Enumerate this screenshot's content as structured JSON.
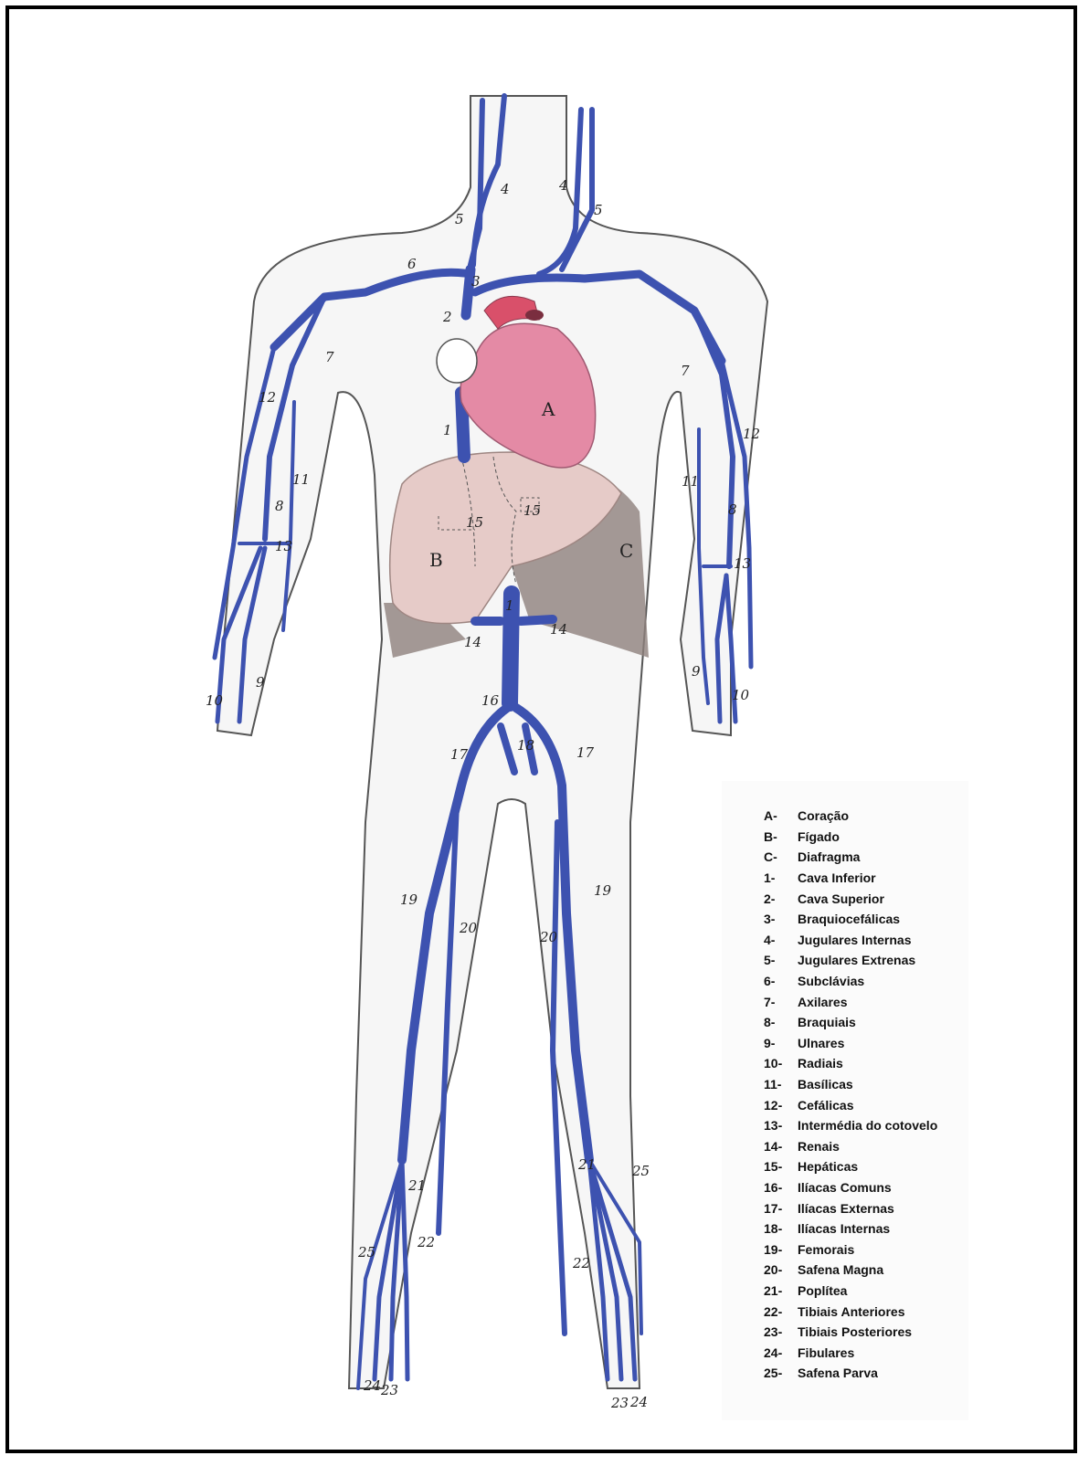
{
  "diagram": {
    "callouts": {
      "A": "A",
      "B": "B",
      "C": "C",
      "n1": "1",
      "n2": "2",
      "n3": "3",
      "n4": "4",
      "n5": "5",
      "n6": "6",
      "n7": "7",
      "n8": "8",
      "n9": "9",
      "n10": "10",
      "n11": "11",
      "n12": "12",
      "n13": "13",
      "n14": "14",
      "n15": "15",
      "n16": "16",
      "n17": "17",
      "n18": "18",
      "n19": "19",
      "n20": "20",
      "n21": "21",
      "n22": "22",
      "n23": "23",
      "n24": "24",
      "n25": "25"
    },
    "colors": {
      "vein": "#3d52b0",
      "heart": "#e48aa5",
      "liver": "#e6cbc8",
      "diaphragm": "#8f817d",
      "body_outline": "#555555",
      "body_fill": "#f6f6f6"
    }
  },
  "legend": [
    {
      "key": "A-",
      "name": "Coração"
    },
    {
      "key": "B-",
      "name": "Fígado"
    },
    {
      "key": "C-",
      "name": "Diafragma"
    },
    {
      "key": "1-",
      "name": "Cava Inferior"
    },
    {
      "key": "2-",
      "name": "Cava Superior"
    },
    {
      "key": "3-",
      "name": "Braquiocefálicas"
    },
    {
      "key": "4-",
      "name": "Jugulares Internas"
    },
    {
      "key": "5-",
      "name": "Jugulares Extrenas"
    },
    {
      "key": "6-",
      "name": "Subclávias"
    },
    {
      "key": "7-",
      "name": "Axilares"
    },
    {
      "key": "8-",
      "name": "Braquiais"
    },
    {
      "key": "9-",
      "name": "Ulnares"
    },
    {
      "key": "10-",
      "name": "Radiais"
    },
    {
      "key": "11-",
      "name": "Basílicas"
    },
    {
      "key": "12-",
      "name": "Cefálicas"
    },
    {
      "key": "13-",
      "name": "Intermédia do cotovelo"
    },
    {
      "key": "14-",
      "name": "Renais"
    },
    {
      "key": "15-",
      "name": "Hepáticas"
    },
    {
      "key": "16-",
      "name": "Ilíacas Comuns"
    },
    {
      "key": "17-",
      "name": "Ilíacas Externas"
    },
    {
      "key": "18-",
      "name": "Ilíacas Internas"
    },
    {
      "key": "19-",
      "name": "Femorais"
    },
    {
      "key": "20-",
      "name": "Safena Magna"
    },
    {
      "key": "21-",
      "name": "Poplítea"
    },
    {
      "key": "22-",
      "name": "Tibiais Anteriores"
    },
    {
      "key": "23-",
      "name": "Tibiais Posteriores"
    },
    {
      "key": "24-",
      "name": "Fibulares"
    },
    {
      "key": "25-",
      "name": "Safena Parva"
    }
  ]
}
